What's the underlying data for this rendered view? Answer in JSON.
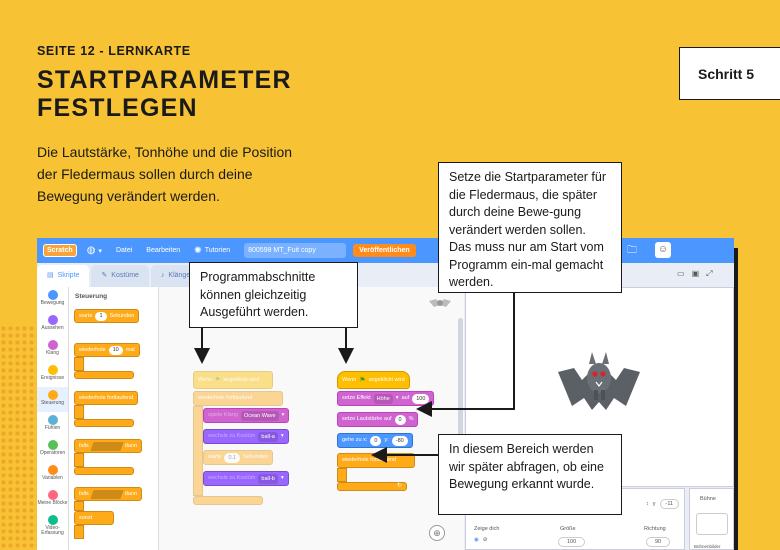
{
  "header": {
    "kicker": "SEITE 12 - LERNKARTE",
    "title_line1": "STARTPARAMETER",
    "title_line2": "FESTLEGEN",
    "intro": "Die Lautstärke, Tonhöhe und die Position der Fledermaus sollen durch deine Bewegung verändert werden.",
    "step_label": "Schritt 5"
  },
  "editor": {
    "menubar": {
      "logo": "Scratch",
      "globe_icon": "globe-icon",
      "file": "Datei",
      "edit": "Bearbeiten",
      "tutorials": "Tutorien",
      "project_name": "800598 MT_Fuit copy",
      "publish": "Veröffentlichen"
    },
    "tabs": {
      "code": "Skripte",
      "costumes": "Kostüme",
      "sounds": "Klänge"
    },
    "categories": [
      {
        "label": "Bewegung",
        "color": "#4c97ff"
      },
      {
        "label": "Aussehen",
        "color": "#9966ff"
      },
      {
        "label": "Klang",
        "color": "#cf63cf"
      },
      {
        "label": "Ereignisse",
        "color": "#ffbf00"
      },
      {
        "label": "Steuerung",
        "color": "#ffab19"
      },
      {
        "label": "Fühlen",
        "color": "#5cb1d6"
      },
      {
        "label": "Operatoren",
        "color": "#59c059"
      },
      {
        "label": "Variablen",
        "color": "#ff8c1a"
      },
      {
        "label": "Meine Blöcke",
        "color": "#ff6680"
      },
      {
        "label": "Video-Erfassung",
        "color": "#0fbd8c"
      }
    ],
    "palette": {
      "heading": "Steuerung",
      "wait": "warte",
      "wait_value": "1",
      "wait_unit": "Sekunden",
      "repeat": "wiederhole",
      "repeat_value": "10",
      "repeat_suffix": "mal",
      "forever": "wiederhole fortlaufend",
      "if": "falls",
      "then": "dann",
      "else": "sonst"
    },
    "script_left": {
      "hat": "Wenn",
      "hat_suffix": "angeklickt wird",
      "loop": "wiederhole fortlaufend",
      "sound": "spiele Klang",
      "sound_value": "Ocean Wave",
      "costume1": "wechsle zu Kostüm",
      "costume1_value": "ball-a",
      "wait": "warte",
      "wait_value": "0.1",
      "wait_unit": "Sekunden",
      "costume2": "wechsle zu Kostüm",
      "costume2_value": "ball-b"
    },
    "script_right": {
      "hat": "Wenn",
      "hat_suffix": "angeklickt wird",
      "effect": "setze Effekt",
      "effect_value": "Höhe",
      "effect_to": "auf",
      "effect_number": "100",
      "volume": "setze Lautstärke auf",
      "volume_value": "0",
      "volume_unit": "%",
      "goto": "gehe zu x:",
      "goto_x": "0",
      "goto_y_label": "y:",
      "goto_y": "-80",
      "loop": "wiederhole fortlaufend"
    },
    "sprite_pane": {
      "show": "Zeige dich",
      "size": "Größe",
      "size_value": "100",
      "direction": "Richtung",
      "direction_value": "90",
      "y_label": "y",
      "y_value": "-11"
    },
    "stage_pane": {
      "label": "Bühne",
      "backdrops": "Bühnenbilder"
    }
  },
  "callouts": {
    "top_right": "Setze die Startparameter für die Fledermaus, die später durch deine Bewe-gung verändert werden sollen. Das muss nur am Start vom Programm ein-mal gemacht werden.",
    "middle_left": "Programmabschnitte können gleichzeitig Ausgeführt werden.",
    "bottom_right": "In diesem Bereich werden wir später abfragen, ob eine Bewegung erkannt wurde."
  },
  "colors": {
    "background": "#f7c233",
    "menubar": "#4c97ff",
    "events": "#ffbf00",
    "control": "#ffab19",
    "looks": "#9966ff",
    "sound": "#cf63cf",
    "motion": "#4c97ff"
  }
}
